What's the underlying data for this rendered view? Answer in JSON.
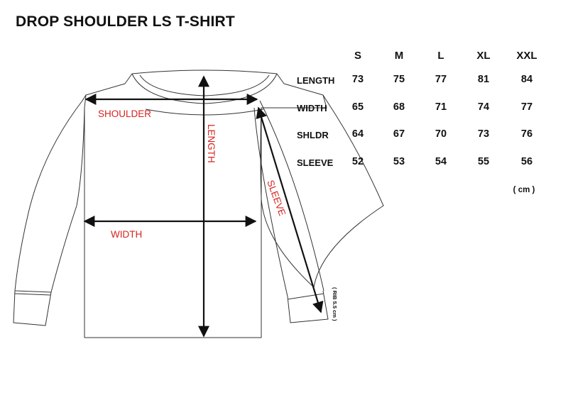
{
  "title": "DROP SHOULDER LS T-SHIRT",
  "diagram": {
    "labels": {
      "shoulder": "SHOULDER",
      "length": "LENGTH",
      "width": "WIDTH",
      "sleeve": "SLEEVE"
    },
    "rib_note": "( RIB 5.5 cm )",
    "colors": {
      "outline": "#333333",
      "label": "#d6231f",
      "arrow": "#111111"
    }
  },
  "size_chart": {
    "sizes": [
      "S",
      "M",
      "L",
      "XL",
      "XXL"
    ],
    "rows": [
      {
        "label": "LENGTH",
        "values": [
          "73",
          "75",
          "77",
          "81",
          "84"
        ]
      },
      {
        "label": "WIDTH",
        "values": [
          "65",
          "68",
          "71",
          "74",
          "77"
        ]
      },
      {
        "label": "SHLDR",
        "values": [
          "64",
          "67",
          "70",
          "73",
          "76"
        ]
      },
      {
        "label": "SLEEVE",
        "values": [
          "52",
          "53",
          "54",
          "55",
          "56"
        ]
      }
    ],
    "unit": "( cm )"
  }
}
